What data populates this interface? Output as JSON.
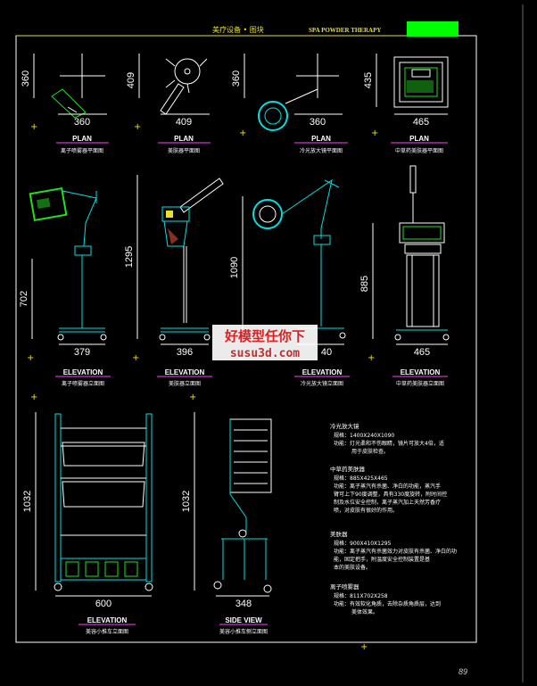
{
  "header": {
    "title_cn": "美疗设备 • 图块",
    "title_en": "SPA POWDER THERAPY",
    "accent": "#00ff00"
  },
  "page_number": "89",
  "watermark": {
    "line1": "好模型任你下",
    "line2": "susu3d.com"
  },
  "plans": [
    {
      "w": "360",
      "h": "360",
      "title": "PLAN",
      "sub": "离子喷雾器平面图"
    },
    {
      "w": "409",
      "h": "409",
      "title": "PLAN",
      "sub": "美肤器平面图"
    },
    {
      "w": "360",
      "h": "360",
      "title": "PLAN",
      "sub": "冷光放大镜平面图"
    },
    {
      "w": "465",
      "h": "435",
      "title": "PLAN",
      "sub": "中草药美肤器平面图"
    }
  ],
  "elevations": [
    {
      "w": "379",
      "h": "702",
      "title": "ELEVATION",
      "sub": "离子喷雾器立面图"
    },
    {
      "w": "396",
      "h": "1295",
      "title": "ELEVATION",
      "sub": "美肤器立面图"
    },
    {
      "w": "40",
      "h": "1090",
      "title": "ELEVATION",
      "sub": "冷光放大镜立面图"
    },
    {
      "w": "465",
      "h": "885",
      "title": "ELEVATION",
      "sub": "中草药美肤器立面图"
    }
  ],
  "trolleys": [
    {
      "w": "600",
      "h": "1032",
      "title": "ELEVATION",
      "sub": "美容小推车立面图"
    },
    {
      "w": "348",
      "h": "1032",
      "title": "SIDE VIEW",
      "sub": "美容小推车侧立面图"
    }
  ],
  "notes": [
    {
      "title": "冷光放大镜",
      "lines": [
        "规格：1400X240X1090",
        "功能：灯光柔和不伤眼睛，镜片可放大4倍，适",
        "用于皮肤检查。"
      ]
    },
    {
      "title": "中草药美肤器",
      "lines": [
        "规格：885X425X465",
        "功能：离子蒸汽有杀菌、净白的功能，蒸汽手",
        "臂可上下90度调整，具有330度旋转，附时间控",
        "制及水位安全控制，离子蒸汽加上天然芳香疗",
        "喷，对皮肤有很好的作用。"
      ]
    },
    {
      "title": "美肤器",
      "lines": [
        "规格：900X410X1295",
        "功能：离子蒸汽有杀菌效力对皮肤有杀菌、净白的功",
        "能，固定把手，附温度安全控制装置是基",
        "本的美肤设备。"
      ]
    },
    {
      "title": "离子喷雾器",
      "lines": [
        "规格：811X702X258",
        "功能：有效软化角质，去除杂质角质层，达到",
        "美体效果。"
      ]
    }
  ]
}
